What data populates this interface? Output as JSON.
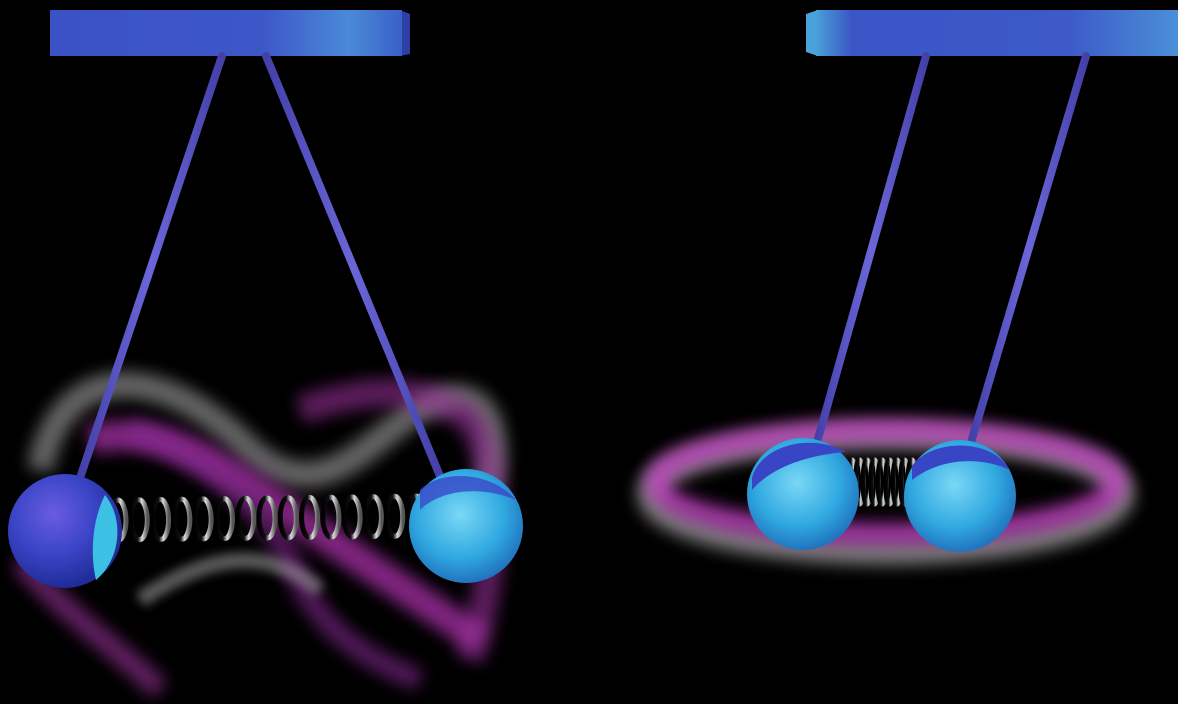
{
  "colors": {
    "background": "#000000",
    "bar": "#3f55c8",
    "bar_highlight": "#4f8fd8",
    "rod": "#5a55c8",
    "ball_blue": "#3b4fd0",
    "ball_cyan": "#3ec6e6",
    "spring": "#111111",
    "glow_magenta": "#d040d0",
    "glow_white": "#e8e8e8"
  },
  "panels": [
    {
      "id": "left",
      "description_key": "coupled-pendulum-spread"
    },
    {
      "id": "right",
      "description_key": "coupled-pendulum-compressed"
    }
  ]
}
